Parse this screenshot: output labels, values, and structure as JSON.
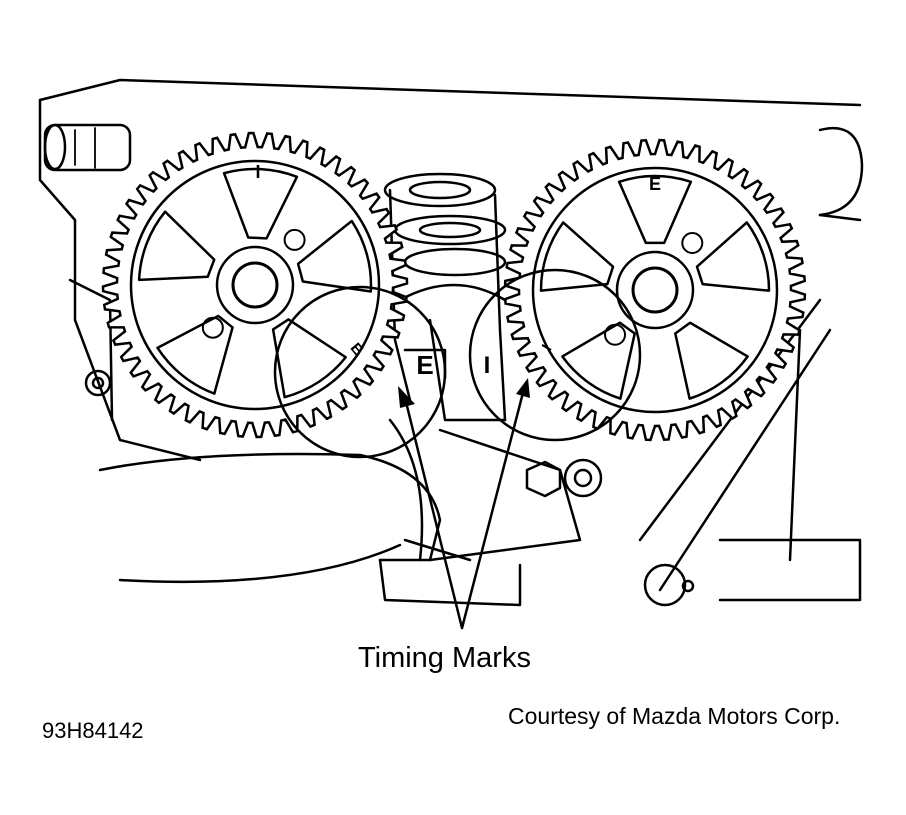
{
  "callout": {
    "label": "Timing Marks"
  },
  "credit": "Courtesy of Mazda Motors Corp.",
  "figure_code": "93H84142",
  "gears": {
    "left": {
      "mark_top": "I",
      "mark_side": "E"
    },
    "right": {
      "mark_top": "E",
      "mark_side": "I"
    }
  },
  "cam_cap_marks": {
    "left": "E",
    "right": "I"
  }
}
